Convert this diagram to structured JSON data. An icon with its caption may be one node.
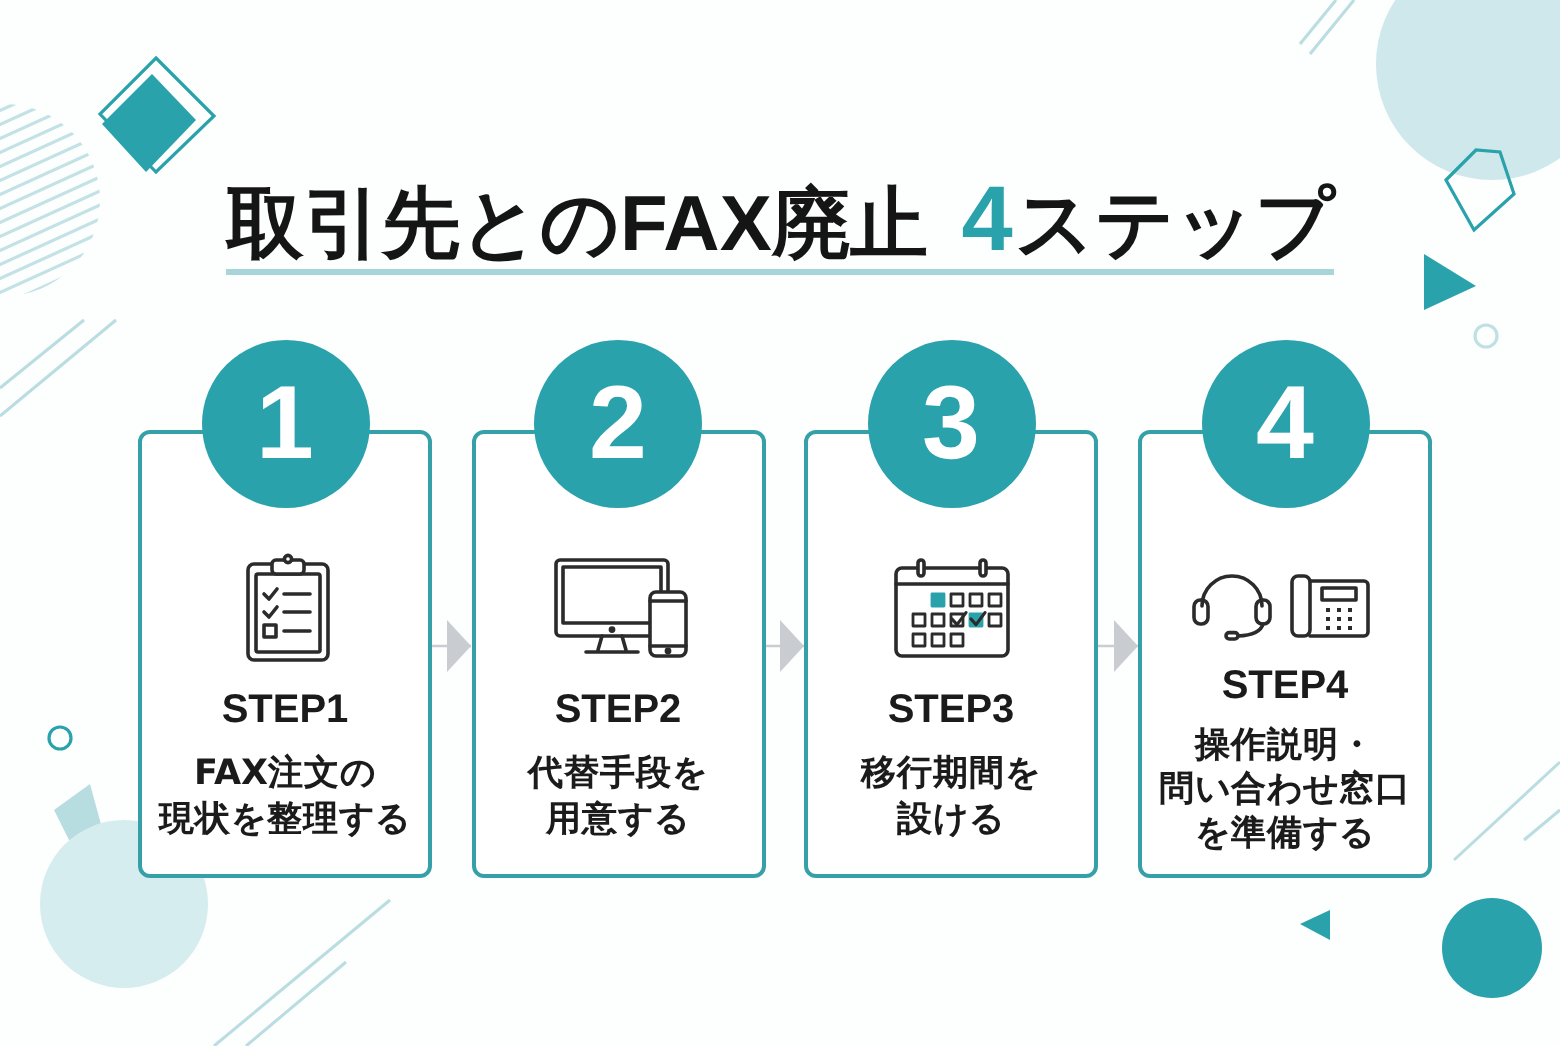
{
  "diagram": {
    "title": "取引先とのFAX廃止 **4**ステップ",
    "nodes": [
      {
        "text": [
          "1"
        ]
      },
      {
        "text": [
          "STEP1",
          "FAX注文の現状を整理する"
        ]
      },
      {
        "text": [
          "2"
        ]
      },
      {
        "text": [
          "STEP2",
          "代替手段を用意する"
        ]
      },
      {
        "text": [
          "3"
        ]
      },
      {
        "text": [
          "STEP3",
          "移行期間を設ける"
        ]
      },
      {
        "text": [
          "4"
        ]
      },
      {
        "text": [
          "STEP4",
          "操作説明・問い合わせ窓口を準備する"
        ]
      }
    ],
    "edges": [
      {
        "from": 1,
        "to": 3,
        "arrow": "to"
      },
      {
        "from": 3,
        "to": 5,
        "arrow": "to"
      },
      {
        "from": 5,
        "to": 7,
        "arrow": "to"
      }
    ]
  }
}
